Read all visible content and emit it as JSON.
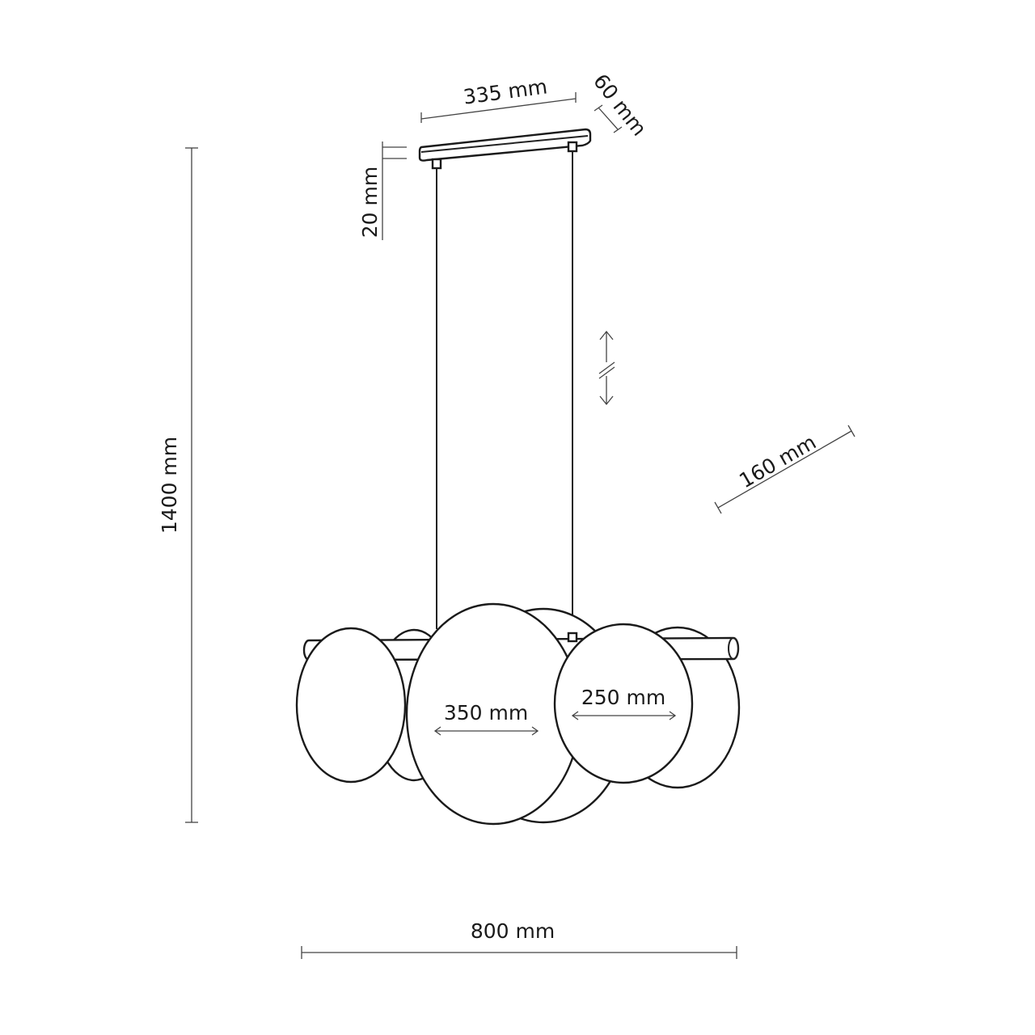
{
  "dimensions": {
    "canopy_length": "335 mm",
    "canopy_width": "60 mm",
    "canopy_height": "20 mm",
    "total_height": "1400 mm",
    "depth": "160 mm",
    "large_disc_diameter": "350 mm",
    "small_disc_diameter": "250 mm",
    "total_width": "800 mm"
  },
  "colors": {
    "line": "#1a1a1a",
    "background": "#ffffff"
  }
}
